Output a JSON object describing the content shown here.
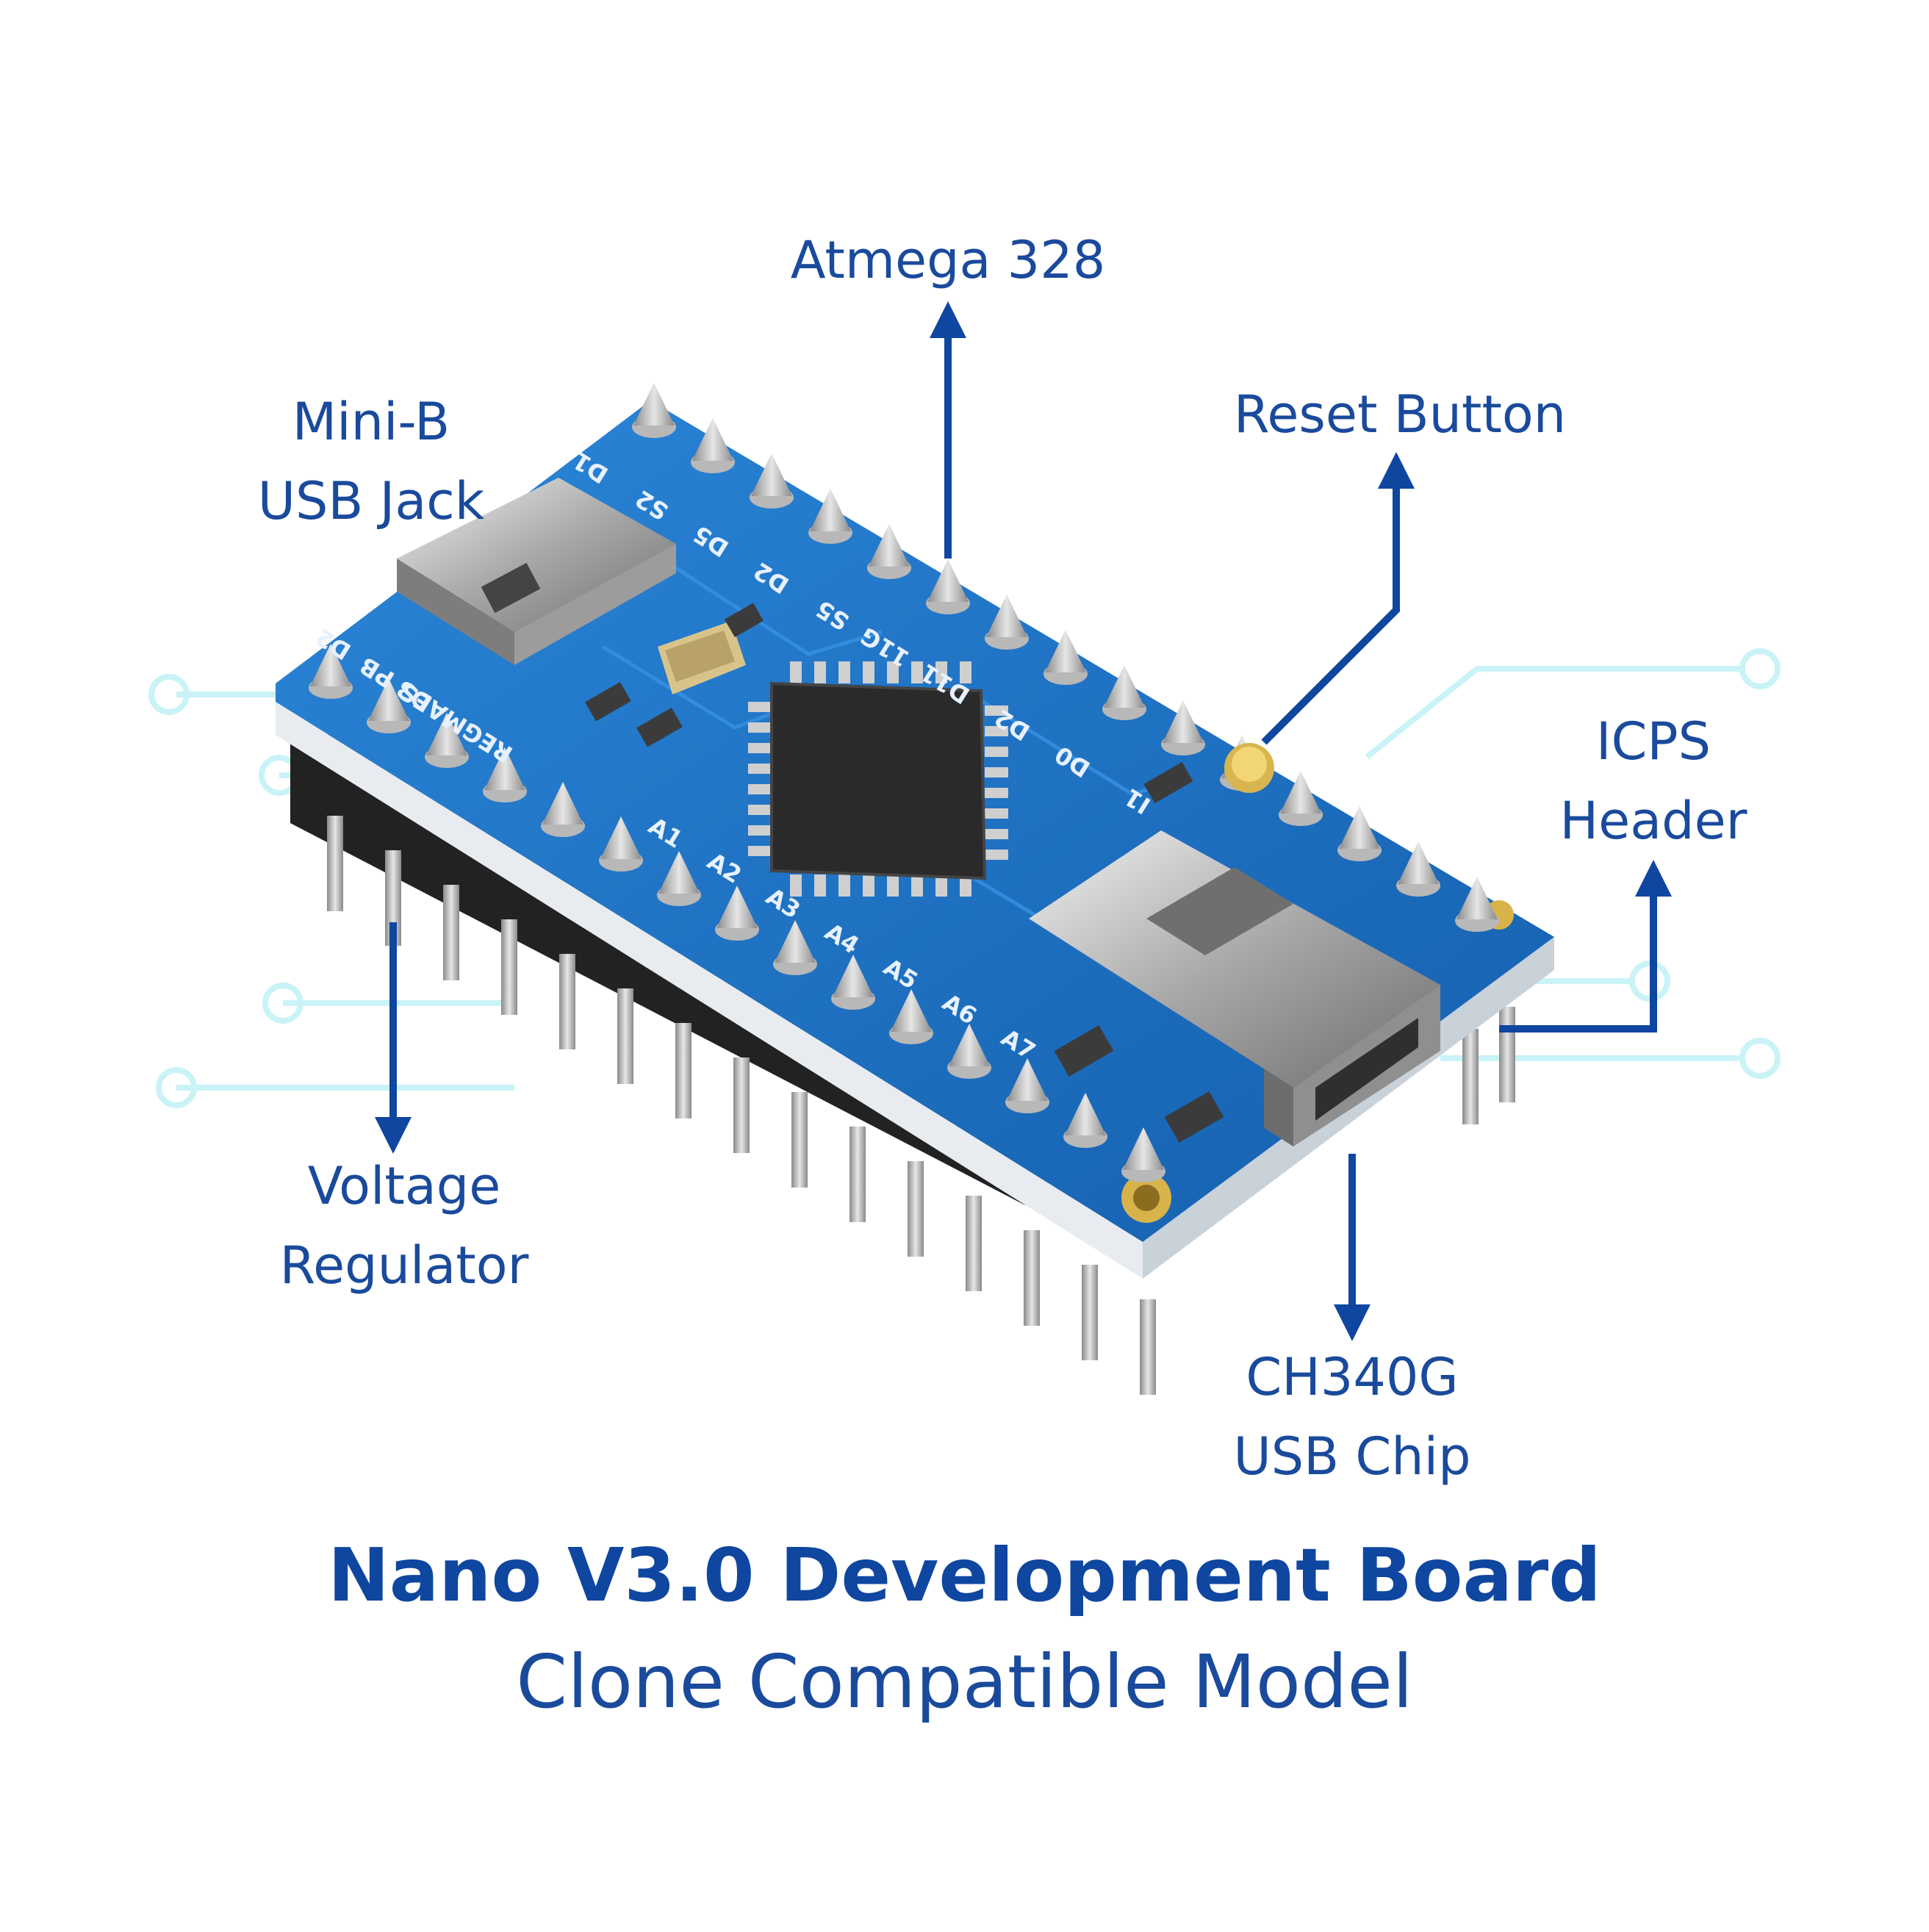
{
  "callouts": {
    "atmega": "Atmega 328",
    "mini_b": [
      "Mini-B",
      "USB Jack"
    ],
    "reset": "Reset Button",
    "icps": [
      "ICPS",
      "Header"
    ],
    "voltage": [
      "Voltage",
      "Regulator"
    ],
    "ch340": [
      "CH340G",
      "USB Chip"
    ]
  },
  "title": {
    "main": "Nano V3.0 Development Board",
    "sub": "Clone Compatible Model"
  },
  "silkscreen": {
    "top_row": [
      "D1",
      "S2",
      "D5",
      "D2",
      "S5",
      "11G",
      "D11",
      "D2",
      "D0",
      "I1"
    ],
    "left": [
      "D2",
      "D3 PB",
      "REGMAES"
    ],
    "bottom_row": [
      "A1",
      "A2",
      "A3",
      "A4",
      "A5",
      "A6",
      "A7"
    ]
  },
  "colors": {
    "accent": "#0f46a0",
    "board": "#1f74c4",
    "board_dark": "#0d4f93",
    "watermark": "#c9f3f7"
  }
}
